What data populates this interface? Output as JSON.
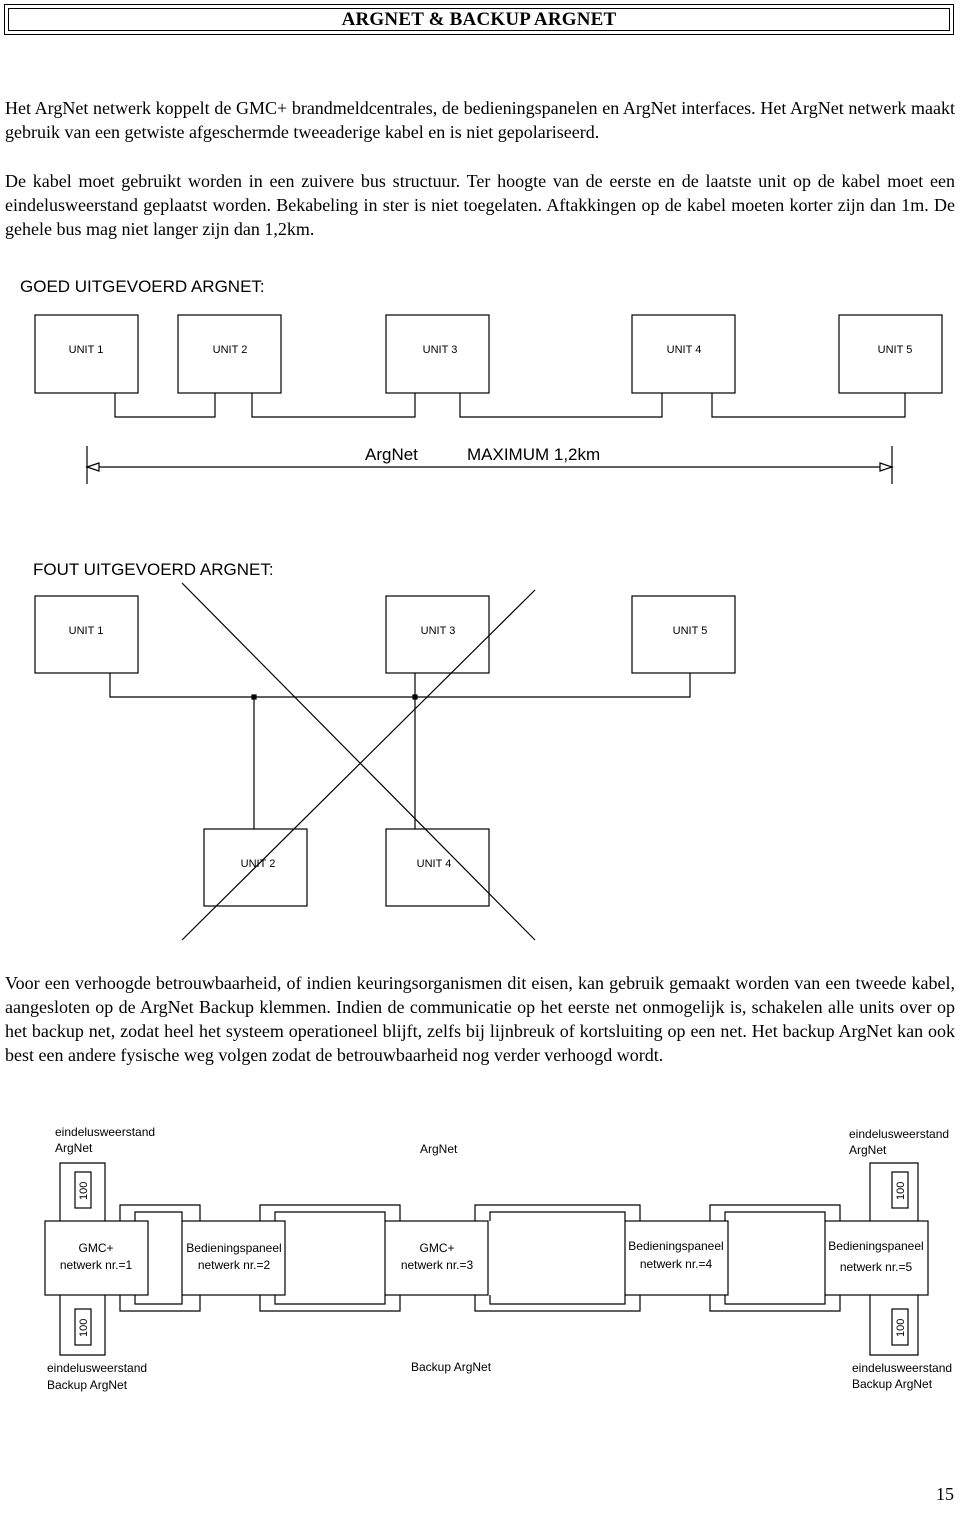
{
  "header": {
    "title": "ARGNET  &  BACKUP ARGNET"
  },
  "intro": {
    "p1": "Het ArgNet netwerk koppelt de GMC+ brandmeldcentrales, de bedieningspanelen en ArgNet interfaces. Het ArgNet netwerk maakt gebruik van een getwiste afgeschermde tweeaderige kabel en is niet gepolariseerd.",
    "p2": "De kabel moet gebruikt worden in een zuivere bus structuur. Ter hoogte van de eerste en de laatste unit op de kabel moet een eindelusweerstand geplaatst worden. Bekabeling in ster is niet toegelaten. Aftakkingen op de kabel moeten korter zijn dan 1m. De gehele bus mag niet langer zijn dan 1,2km."
  },
  "diagram_good": {
    "title": "GOED UITGEVOERD ARGNET:",
    "units": [
      "UNIT 1",
      "UNIT 2",
      "UNIT 3",
      "UNIT 4",
      "UNIT 5"
    ],
    "bus_label": "ArgNet",
    "max_label": "MAXIMUM 1,2km"
  },
  "diagram_bad": {
    "title": "FOUT UITGEVOERD ARGNET:",
    "top_units": [
      "UNIT 1",
      "UNIT 3",
      "UNIT 5"
    ],
    "bottom_units": [
      "UNIT 2",
      "UNIT 4"
    ]
  },
  "backup_text": "Voor een verhoogde betrouwbaarheid, of indien keuringsorganismen dit eisen, kan gebruik gemaakt worden van een tweede kabel, aangesloten op de ArgNet Backup klemmen. Indien de communicatie op het eerste net onmogelijk is, schakelen alle units over op het backup net, zodat heel het systeem operationeel blijft, zelfs bij lijnbreuk of kortsluiting op een net. Het backup ArgNet kan ook best een andere fysische weg volgen zodat de betrouwbaarheid nog verder verhoogd wordt.",
  "diagram_backup": {
    "top_left_label": [
      "eindelusweerstand",
      "ArgNet"
    ],
    "top_center_label": "ArgNet",
    "top_right_label": [
      "eindelusweerstand",
      "ArgNet"
    ],
    "resistor_value": "100",
    "nodes": [
      {
        "line1": "GMC+",
        "line2": "netwerk nr.=1"
      },
      {
        "line1": "Bedieningspaneel",
        "line2": "netwerk nr.=2"
      },
      {
        "line1": "GMC+",
        "line2": "netwerk nr.=3"
      },
      {
        "line1": "Bedieningspaneel",
        "line2": "netwerk nr.=4"
      },
      {
        "line1": "Bedieningspaneel",
        "line2": "netwerk nr.=5"
      }
    ],
    "bottom_left_label": [
      "eindelusweerstand",
      "Backup ArgNet"
    ],
    "bottom_center_label": "Backup ArgNet",
    "bottom_right_label": [
      "eindelusweerstand",
      "Backup ArgNet"
    ]
  },
  "footer": {
    "page_number": "15"
  }
}
